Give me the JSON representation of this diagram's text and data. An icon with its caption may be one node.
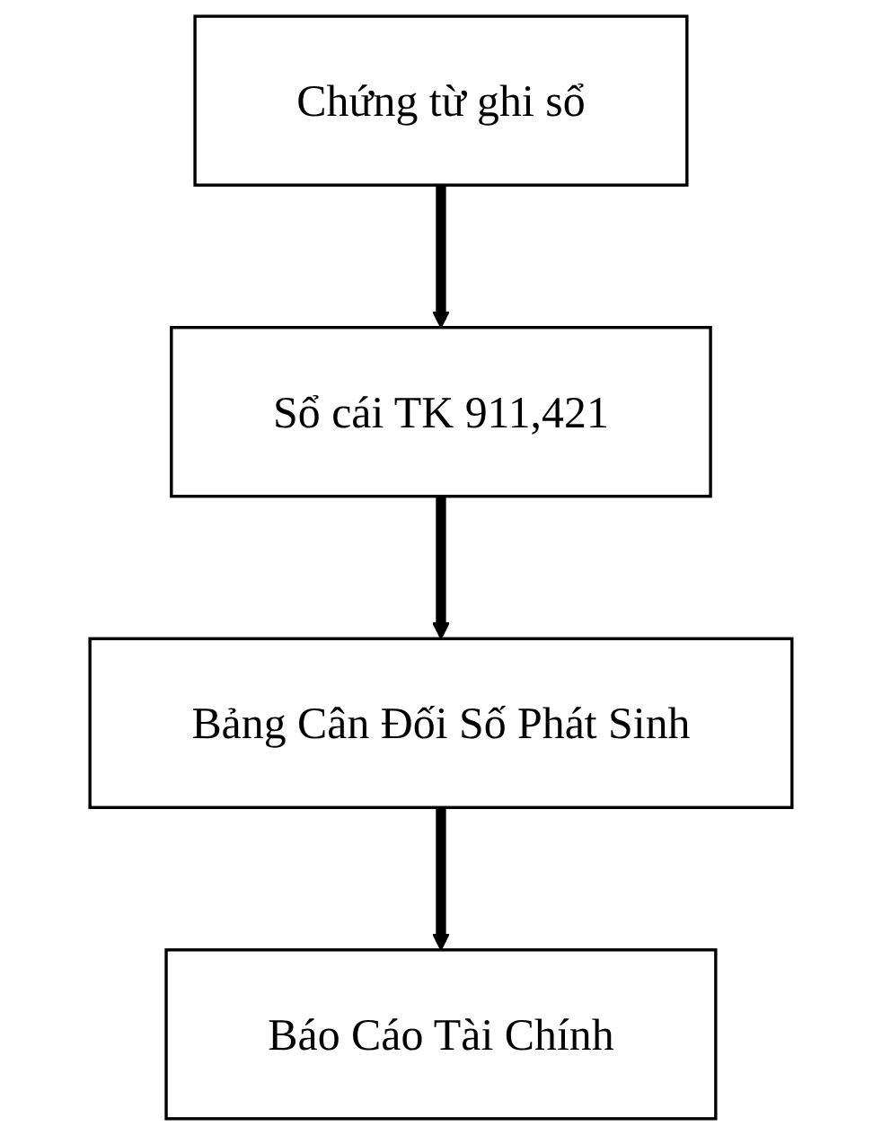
{
  "diagram": {
    "nodes": [
      {
        "text": [
          "Chứng từ ghi sổ"
        ]
      },
      {
        "text": [
          "Sổ cái TK 911,421"
        ]
      },
      {
        "text": [
          "Bảng Cân Đối Số Phát Sinh"
        ]
      },
      {
        "text": [
          "Báo Cáo Tài Chính"
        ]
      }
    ],
    "edges": [
      {
        "from": 0,
        "to": 1,
        "arrow": "to"
      },
      {
        "from": 1,
        "to": 2,
        "arrow": "to"
      },
      {
        "from": 2,
        "to": 3,
        "arrow": "to"
      }
    ]
  }
}
